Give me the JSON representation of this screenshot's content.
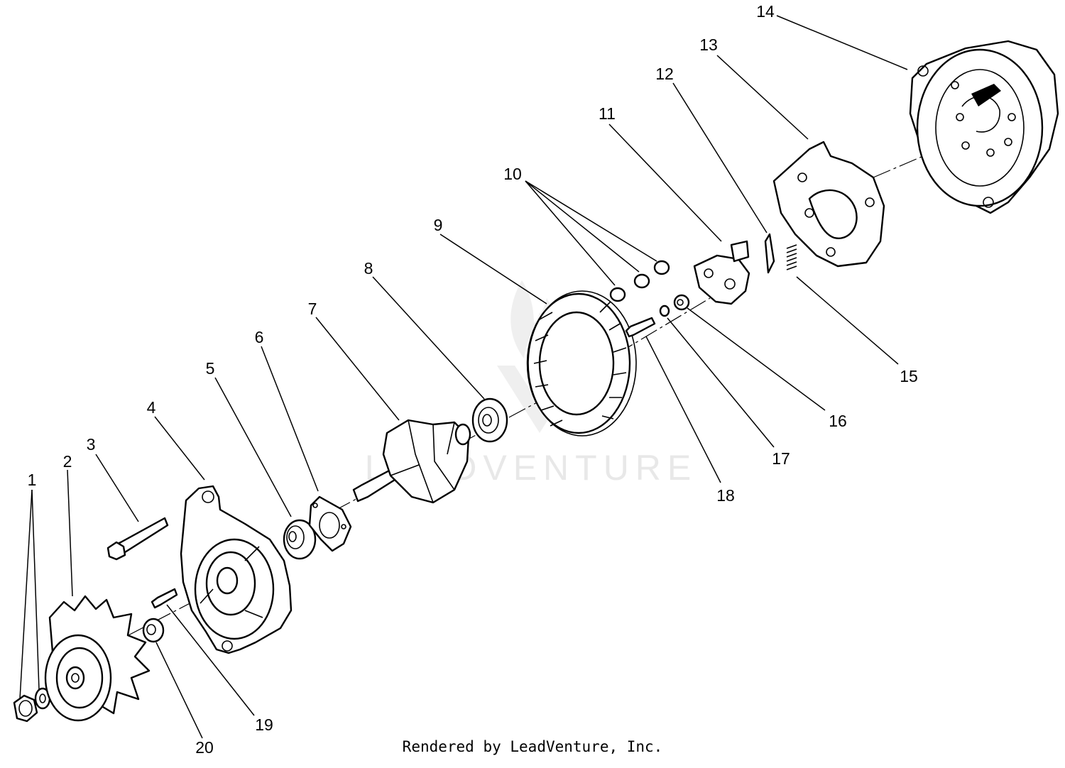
{
  "diagram": {
    "watermark": "LEADVENTURE",
    "footer": "Rendered by LeadVenture, Inc.",
    "callouts": [
      "1",
      "2",
      "3",
      "4",
      "5",
      "6",
      "7",
      "8",
      "9",
      "10",
      "11",
      "12",
      "13",
      "14",
      "15",
      "16",
      "17",
      "18",
      "19",
      "20"
    ]
  }
}
